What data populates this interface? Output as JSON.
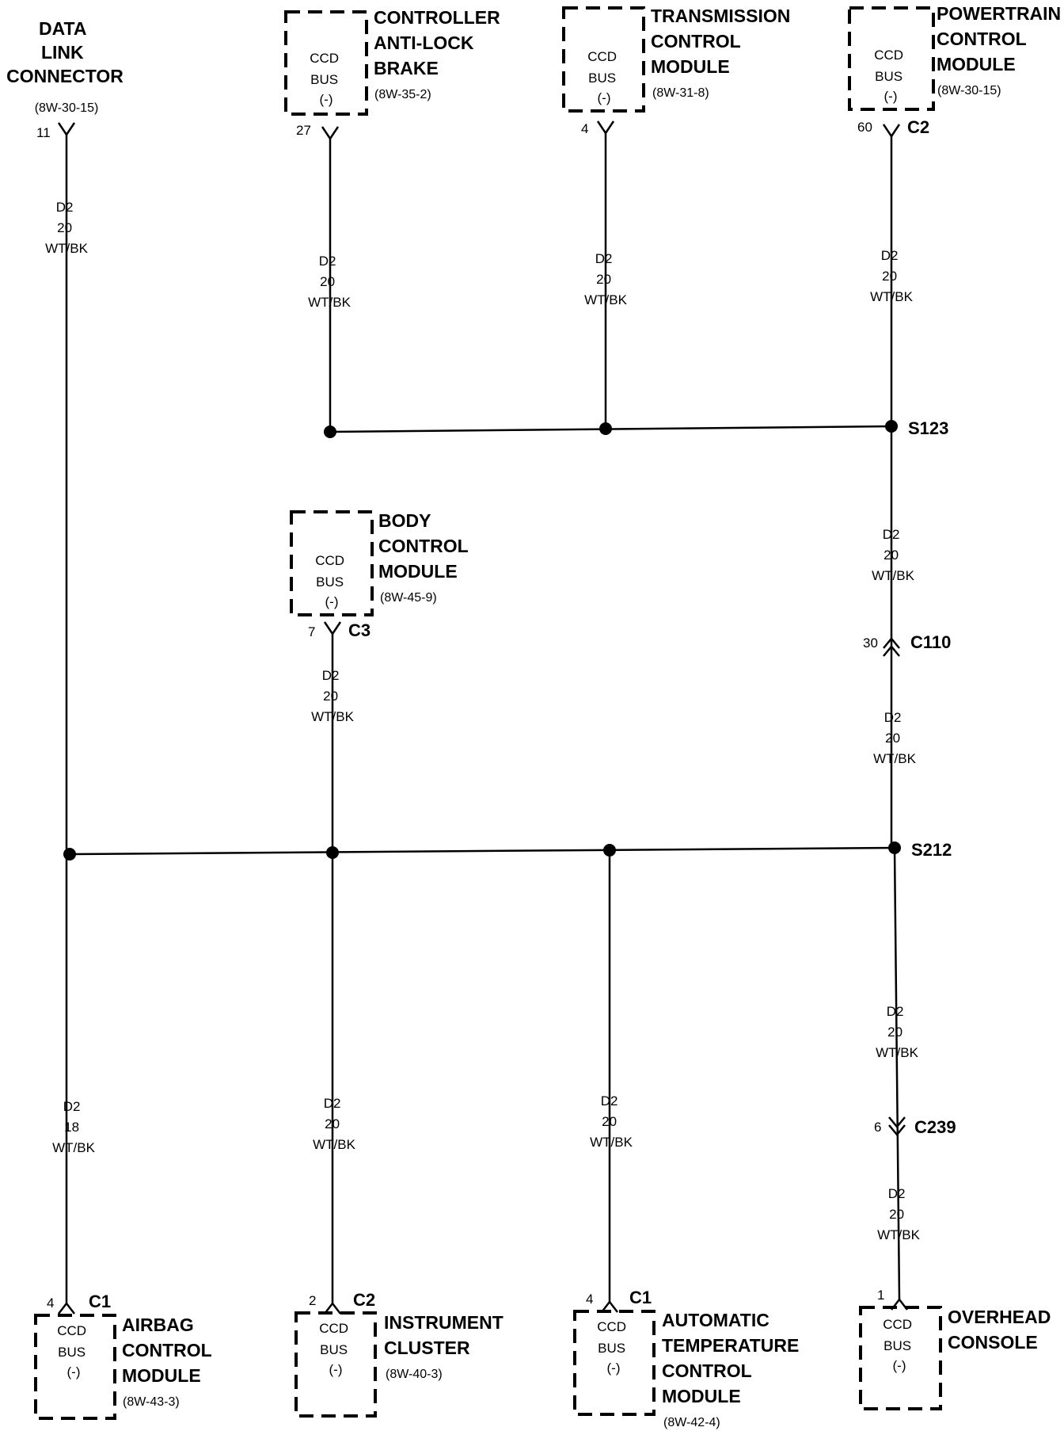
{
  "colors": {
    "ink": "#000000",
    "background": "#ffffff"
  },
  "wire": {
    "circuit": "D2",
    "gauge": "20",
    "gauge_airbag": "18",
    "color": "WT/BK"
  },
  "module_box": {
    "line1": "CCD",
    "line2": "BUS",
    "line3": "(-)"
  },
  "modules": {
    "data_link": {
      "name": [
        "DATA",
        "LINK",
        "CONNECTOR"
      ],
      "ref": "(8W-30-15)",
      "pin": "11"
    },
    "abs": {
      "name": [
        "CONTROLLER",
        "ANTI-LOCK",
        "BRAKE"
      ],
      "ref": "(8W-35-2)",
      "pin": "27"
    },
    "tcm": {
      "name": [
        "TRANSMISSION",
        "CONTROL",
        "MODULE"
      ],
      "ref": "(8W-31-8)",
      "pin": "4"
    },
    "pcm": {
      "name": [
        "POWERTRAIN",
        "CONTROL",
        "MODULE"
      ],
      "ref": "(8W-30-15)",
      "pin": "60",
      "connector": "C2"
    },
    "bcm": {
      "name": [
        "BODY",
        "CONTROL",
        "MODULE"
      ],
      "ref": "(8W-45-9)",
      "pin": "7",
      "connector": "C3"
    },
    "airbag": {
      "name": [
        "AIRBAG",
        "CONTROL",
        "MODULE"
      ],
      "ref": "(8W-43-3)",
      "pin": "4",
      "connector": "C1"
    },
    "cluster": {
      "name": [
        "INSTRUMENT",
        "CLUSTER"
      ],
      "ref": "(8W-40-3)",
      "pin": "2",
      "connector": "C2"
    },
    "atc": {
      "name": [
        "AUTOMATIC",
        "TEMPERATURE",
        "CONTROL",
        "MODULE"
      ],
      "ref": "(8W-42-4)",
      "pin": "4",
      "connector": "C1"
    },
    "overhead": {
      "name": [
        "OVERHEAD",
        "CONSOLE"
      ],
      "pin": "1"
    }
  },
  "splices": {
    "s123": "S123",
    "s212": "S212"
  },
  "inline_connectors": {
    "c110": {
      "name": "C110",
      "pin": "30"
    },
    "c239": {
      "name": "C239",
      "pin": "6"
    }
  }
}
